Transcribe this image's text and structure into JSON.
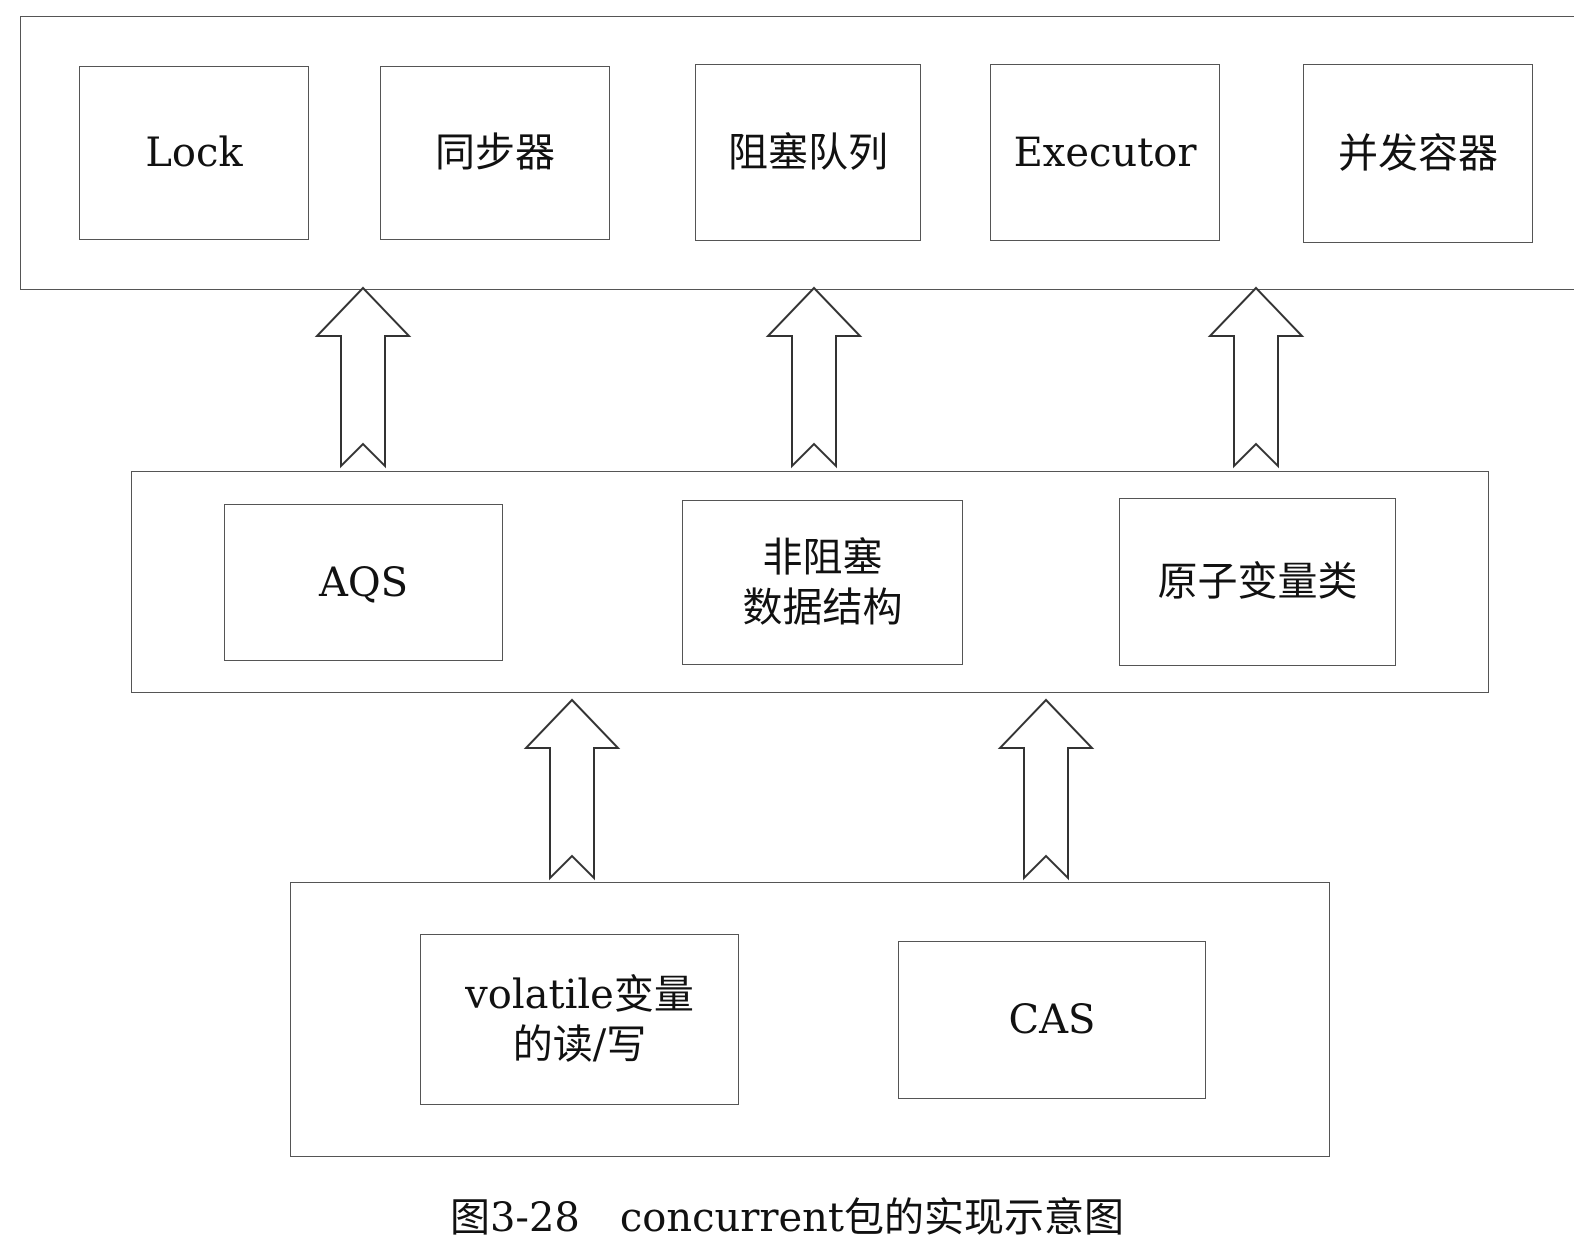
{
  "top_layer": {
    "boxes": [
      "Lock",
      "同步器",
      "阻塞队列",
      "Executor",
      "并发容器"
    ]
  },
  "middle_layer": {
    "boxes": [
      {
        "lines": [
          "AQS"
        ]
      },
      {
        "lines": [
          "非阻塞",
          "数据结构"
        ]
      },
      {
        "lines": [
          "原子变量类"
        ]
      }
    ]
  },
  "bottom_layer": {
    "boxes": [
      {
        "lines": [
          "volatile变量",
          "的读/写"
        ]
      },
      {
        "lines": [
          "CAS"
        ]
      }
    ]
  },
  "caption": "图3-28　concurrent包的实现示意图"
}
